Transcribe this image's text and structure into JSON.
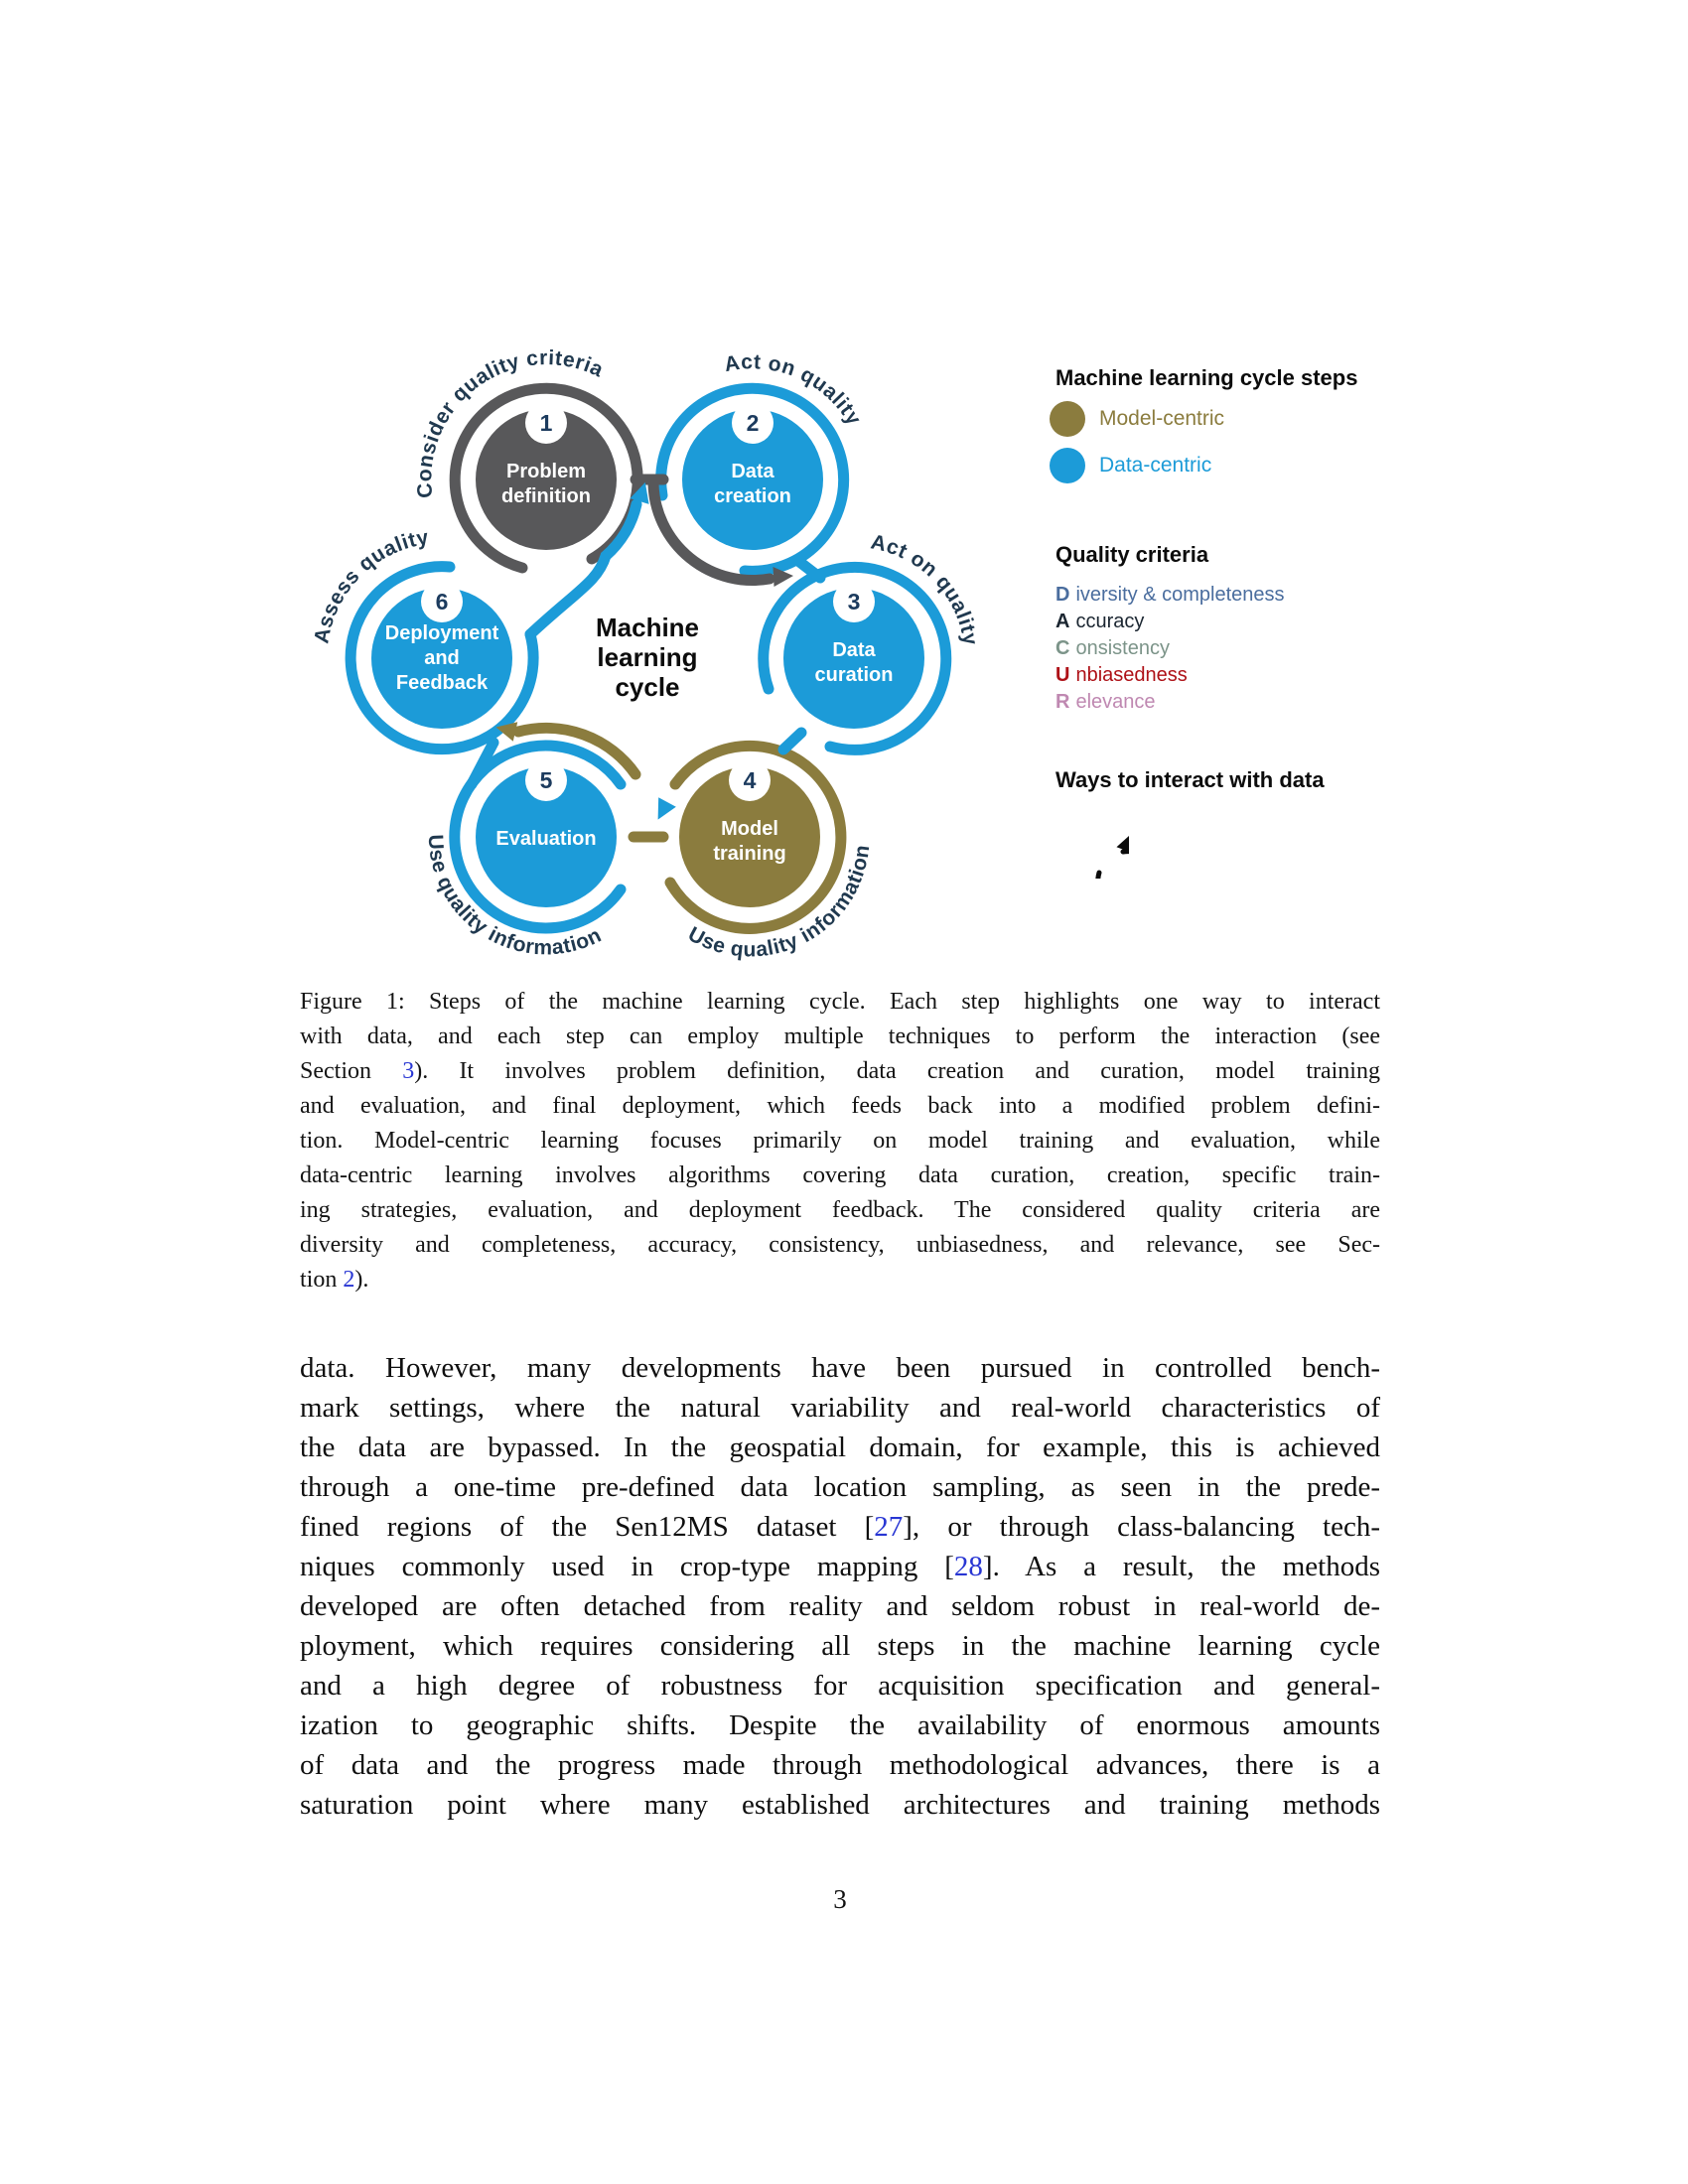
{
  "figure": {
    "center": {
      "l1": "Machine",
      "l2": "learning",
      "l3": "cycle"
    },
    "nodes": {
      "n1": {
        "num": "1",
        "l1": "Problem",
        "l2": "definition"
      },
      "n2": {
        "num": "2",
        "l1": "Data",
        "l2": "creation"
      },
      "n3": {
        "num": "3",
        "l1": "Data",
        "l2": "curation"
      },
      "n4": {
        "num": "4",
        "l1": "Model",
        "l2": "training"
      },
      "n5": {
        "num": "5",
        "l1": "Evaluation"
      },
      "n6": {
        "num": "6",
        "l1": "Deployment",
        "l2": "and",
        "l3": "Feedback"
      }
    },
    "curved": {
      "consider": "Consider quality criteria",
      "act2": "Act on quality",
      "act3": "Act on quality",
      "assess": "Assess quality",
      "use5": "Use quality information",
      "use4": "Use quality information"
    },
    "legend": {
      "steps_title": "Machine learning cycle steps",
      "model_centric": "Model-centric",
      "data_centric": "Data-centric",
      "quality_title": "Quality criteria",
      "criteria": [
        {
          "letter": "D",
          "rest": "iversity & completeness",
          "color": "#4A6D9E"
        },
        {
          "letter": "A",
          "rest": "ccuracy",
          "color": "#1B2631"
        },
        {
          "letter": "C",
          "rest": "onsistency",
          "color": "#7C9489"
        },
        {
          "letter": "U",
          "rest": "nbiasedness",
          "color": "#AE1117"
        },
        {
          "letter": "R",
          "rest": "elevance",
          "color": "#BF88B1"
        }
      ],
      "ways_title": "Ways to interact with data"
    },
    "colors": {
      "data_centric": "#1C9BD8",
      "model_centric": "#8B7C3E",
      "problem_gray": "#58585A",
      "curved_label": "#20394F",
      "badge_number": "#1C3B5E",
      "link_blue": "#2836D3"
    }
  },
  "caption": {
    "l1": "Figure 1: Steps of the machine learning cycle. Each step highlights one way to interact",
    "l2": "with data, and each step can employ multiple techniques to perform the interaction (see",
    "l3a": "Section ",
    "l3link": "3",
    "l3b": "). It involves problem definition, data creation and curation, model training",
    "l4": "and evaluation, and final deployment, which feeds back into a modified problem defini-",
    "l5": "tion. Model-centric learning focuses primarily on model training and evaluation, while",
    "l6": "data-centric learning involves algorithms covering data curation, creation, specific train-",
    "l7": "ing strategies, evaluation, and deployment feedback. The considered quality criteria are",
    "l8": "diversity and completeness, accuracy, consistency, unbiasedness, and relevance, see Sec-",
    "l9a": "tion ",
    "l9link": "2",
    "l9b": ")."
  },
  "body": {
    "l1": "data. However, many developments have been pursued in controlled bench-",
    "l2": "mark settings, where the natural variability and real-world characteristics of",
    "l3": "the data are bypassed. In the geospatial domain, for example, this is achieved",
    "l4": "through a one-time pre-defined data location sampling, as seen in the prede-",
    "l5a": "fined regions of the Sen12MS dataset [",
    "l5link": "27",
    "l5b": "], or through class-balancing tech-",
    "l6a": "niques commonly used in crop-type mapping [",
    "l6link": "28",
    "l6b": "]. As a result, the methods",
    "l7": "developed are often detached from reality and seldom robust in real-world de-",
    "l8": "ployment, which requires considering all steps in the machine learning cycle",
    "l9": "and a high degree of robustness for acquisition specification and general-",
    "l10": "ization to geographic shifts. Despite the availability of enormous amounts",
    "l11": "of data and the progress made through methodological advances, there is a",
    "l12": "saturation point where many established architectures and training methods"
  },
  "page": {
    "number": "3"
  }
}
